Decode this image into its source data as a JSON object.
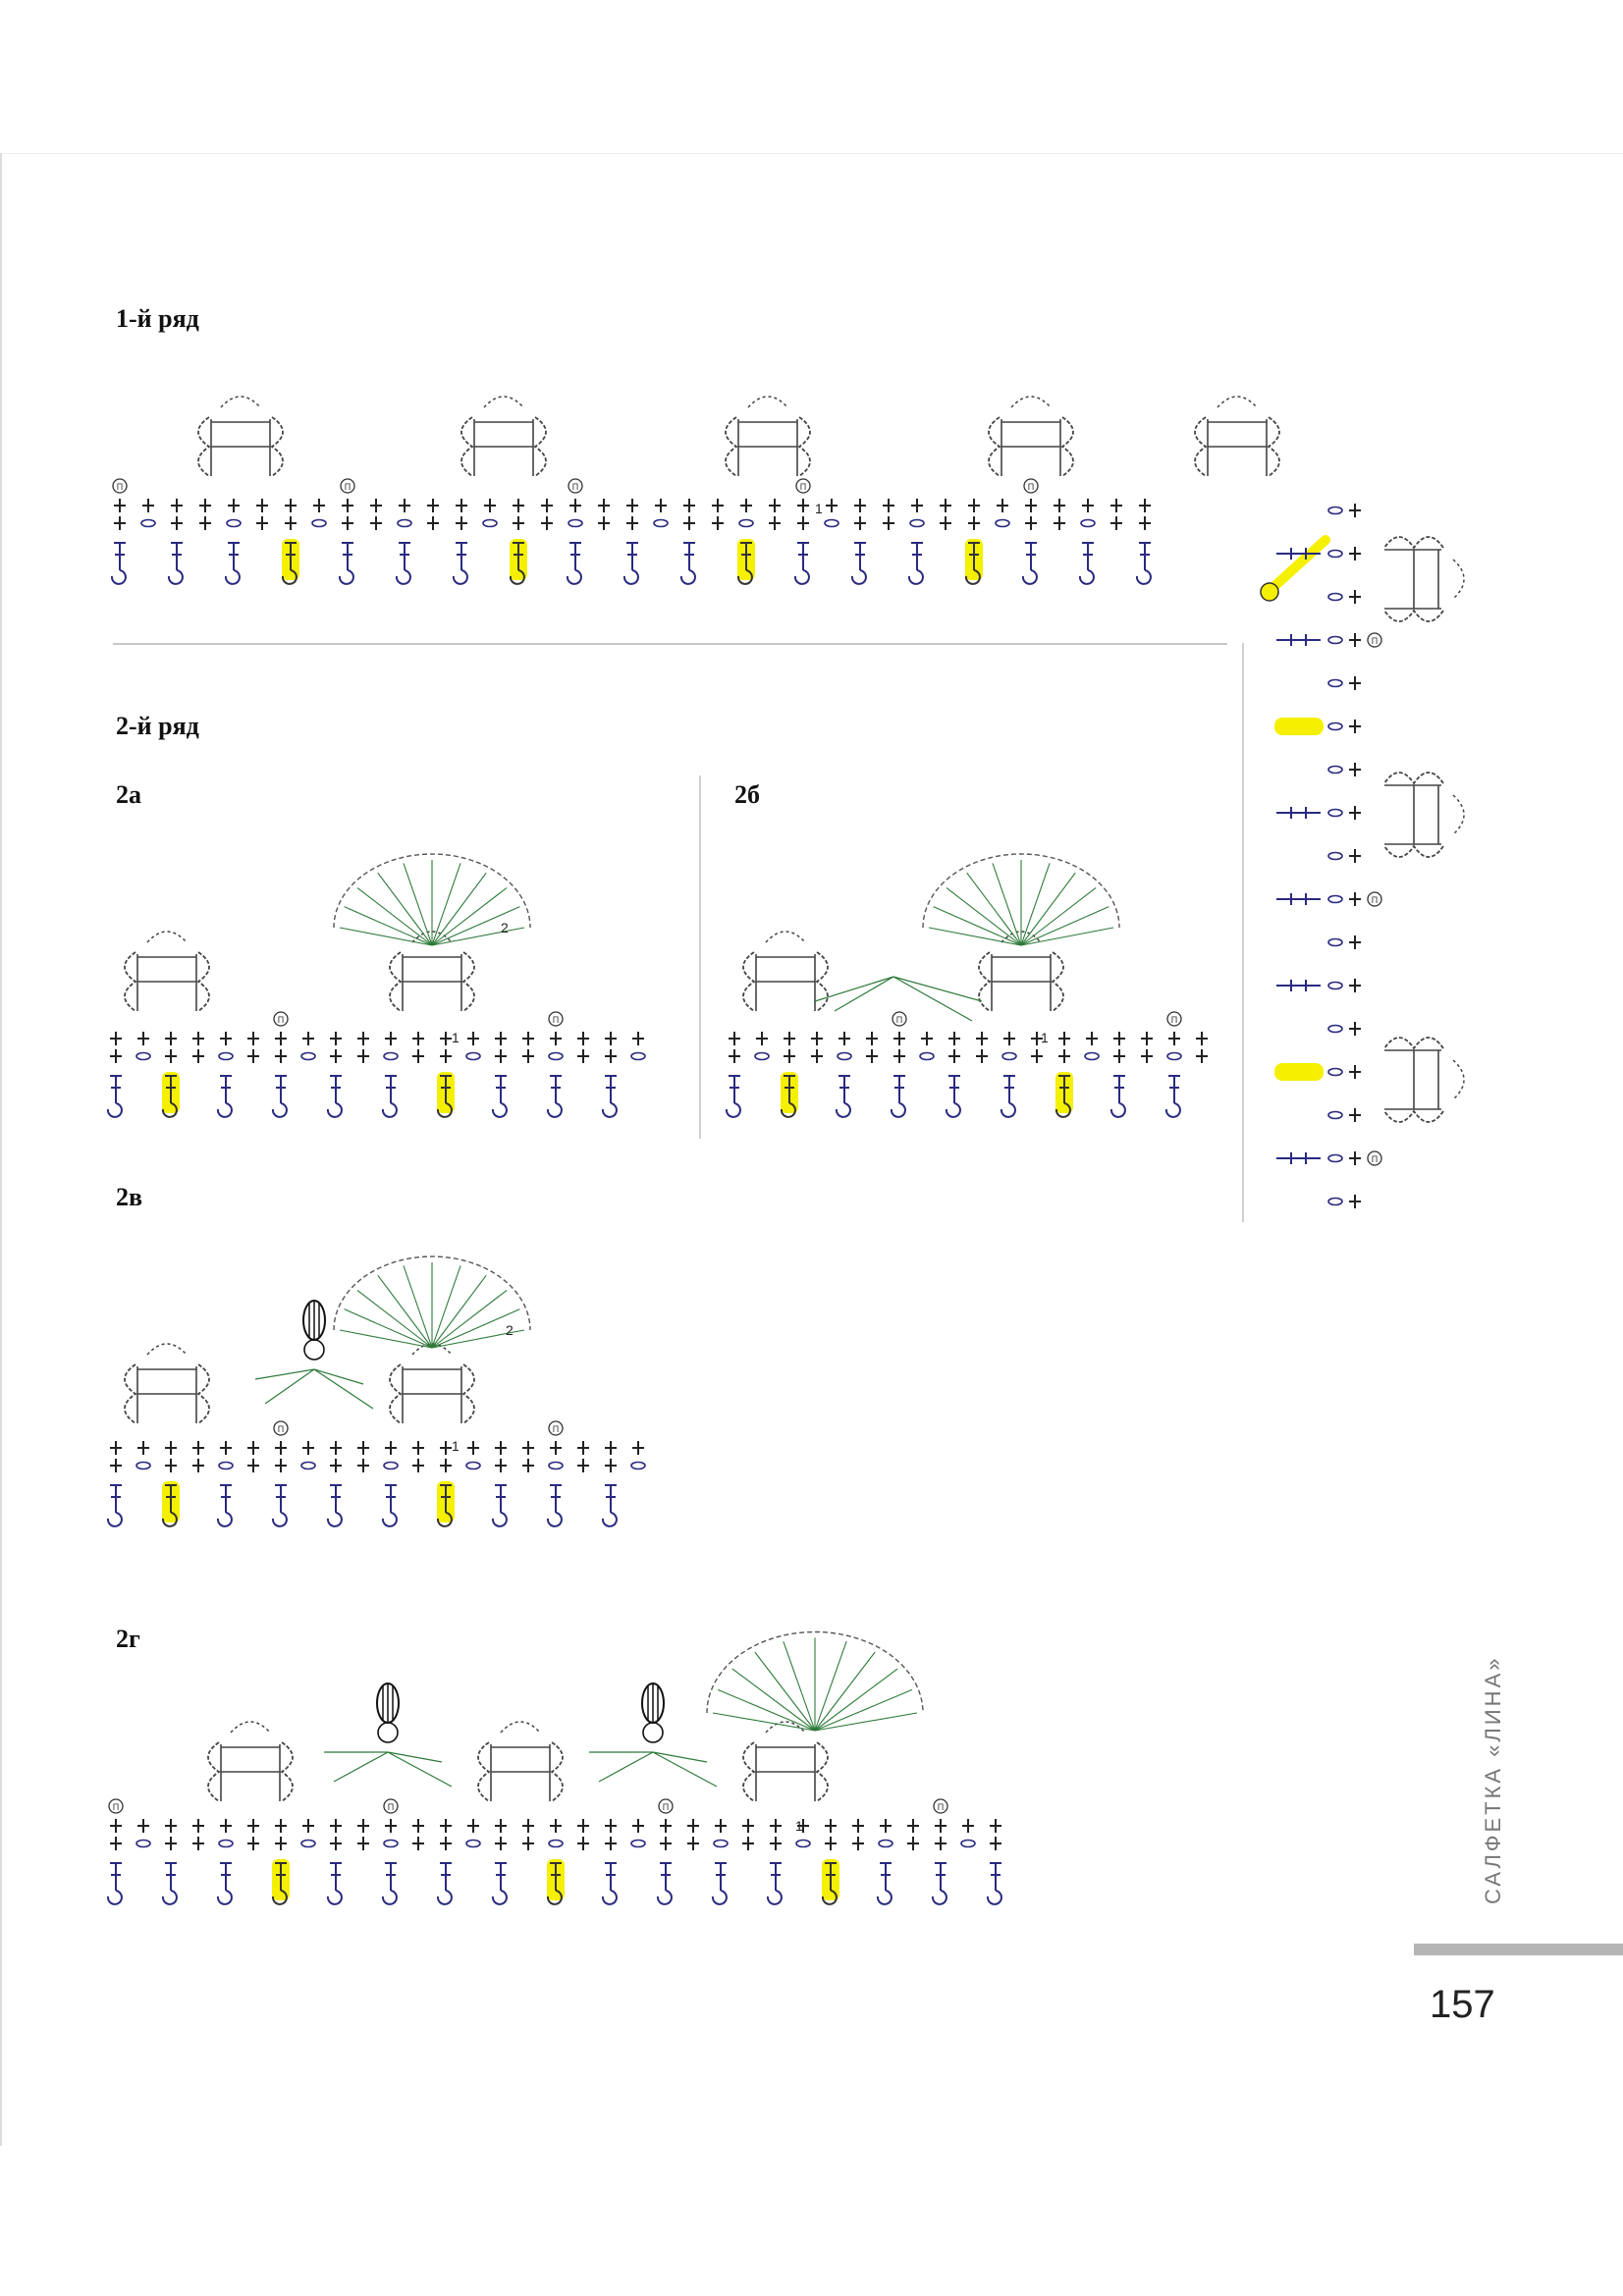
{
  "page": {
    "number": "157",
    "side_title": "САЛФЕТКА «ЛИНА»"
  },
  "sections": {
    "row1": {
      "title": "1-й ряд"
    },
    "row2": {
      "title": "2-й ряд"
    },
    "v2a": {
      "label": "2а"
    },
    "v2b": {
      "label": "2б"
    },
    "v2v": {
      "label": "2в"
    },
    "v2g": {
      "label": "2г"
    }
  },
  "marks": {
    "picot_turn": "1",
    "picot_corner": "2",
    "p_label": "П"
  },
  "colors": {
    "highlight": "#f5f000",
    "symbol_blue": "#2a2a80",
    "symbol_green": "#2e7a3a",
    "motif_gray": "#444444",
    "text": "#111111"
  },
  "icons": [
    "crochet-chart-symbols",
    "motif-icon",
    "fan-icon",
    "bead-icon"
  ]
}
